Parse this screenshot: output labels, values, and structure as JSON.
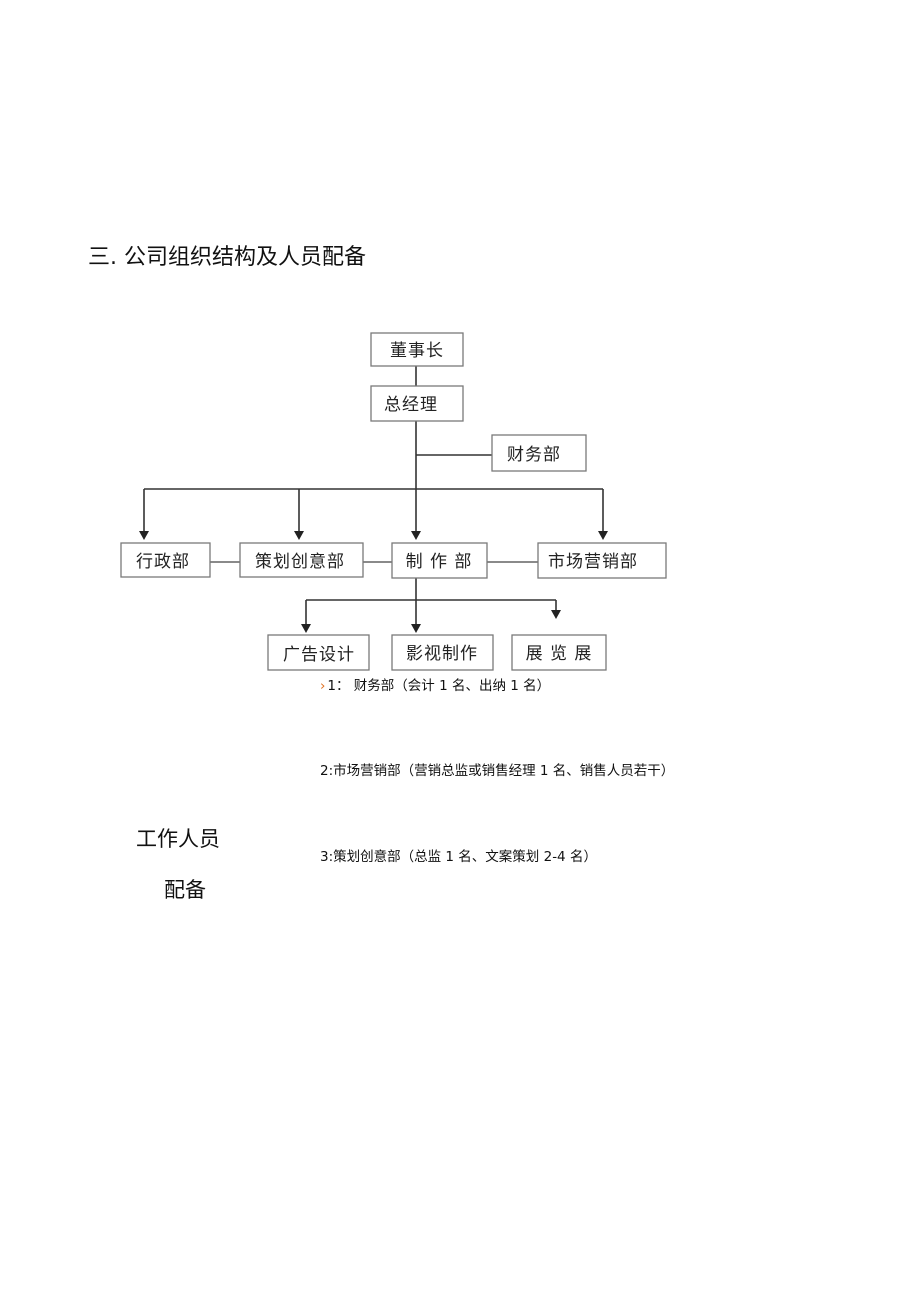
{
  "heading": "三. 公司组织结构及人员配备",
  "org_chart": {
    "chairman": "董事长",
    "general_manager": "总经理",
    "finance": "财务部",
    "admin": "行政部",
    "planning": "策划创意部",
    "production": "制 作 部",
    "marketing": "市场营销部",
    "ad_design": "广告设计",
    "video": "影视制作",
    "exhibition": "展 览 展"
  },
  "notes": {
    "note1_marker": "›",
    "note1": "1：  财务部（会计 1 名、出纳 1 名）",
    "note2": "2:市场营销部（营销总监或销售经理 1 名、销售人员若干）",
    "note3": "3:策划创意部（总监 1 名、文案策划 2-4 名）"
  },
  "side_label": {
    "line1": "工作人员",
    "line2": "配备"
  }
}
